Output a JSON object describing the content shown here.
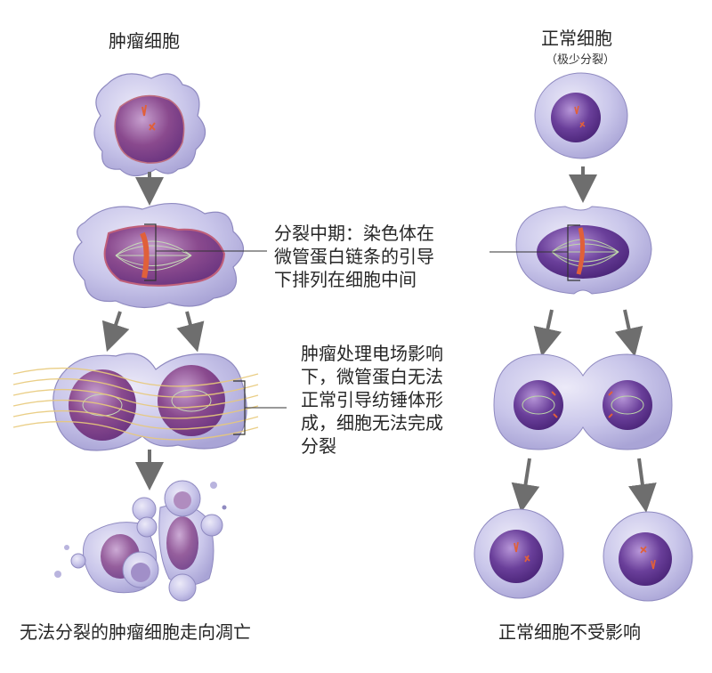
{
  "titles": {
    "tumor": "肿瘤细胞",
    "normal": "正常细胞",
    "normal_sub": "（极少分裂）"
  },
  "notes": {
    "metaphase": [
      "分裂中期：染色体在",
      "微管蛋白链条的引导",
      "下排列在细胞中间"
    ],
    "field_effect": [
      "肿瘤处理电场影响",
      "下，微管蛋白无法",
      "正常引导纺锤体形",
      "成，细胞无法完成",
      "分裂"
    ]
  },
  "captions": {
    "tumor_outcome": "无法分裂的肿瘤细胞走向凋亡",
    "normal_outcome": "正常细胞不受影响"
  },
  "colors": {
    "cytoplasm": "#c9c6ea",
    "cell_edge": "#8f8ac0",
    "nucleus": "#6a3f9a",
    "tumor_nucleus": "#8a4a8e",
    "chromosome": "#e0603a",
    "spindle": "#9bbf7a",
    "field_wave": "#e8c97a",
    "arrow": "#6e6e6e"
  }
}
